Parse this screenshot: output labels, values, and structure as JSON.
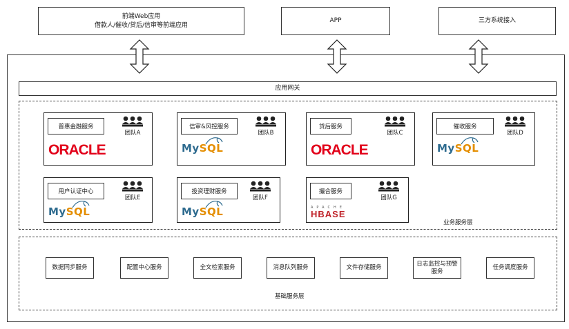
{
  "top": {
    "web": {
      "line1": "前端Web应用",
      "line2": "借款人/催收/贷后/信审等前端应用"
    },
    "app": "APP",
    "third": "三方系统接入"
  },
  "gateway": "应用网关",
  "business_layer": {
    "label": "业务服务层",
    "services": [
      {
        "name": "普惠金融服务",
        "team": "团队A",
        "db": "oracle"
      },
      {
        "name": "信审&风控服务",
        "team": "团队B",
        "db": "mysql"
      },
      {
        "name": "贷后服务",
        "team": "团队C",
        "db": "oracle"
      },
      {
        "name": "催收服务",
        "team": "团队D",
        "db": "mysql"
      },
      {
        "name": "用户认证中心",
        "team": "团队E",
        "db": "mysql"
      },
      {
        "name": "投资理财服务",
        "team": "团队F",
        "db": "mysql"
      },
      {
        "name": "撮合服务",
        "team": "团队G",
        "db": "hbase"
      }
    ]
  },
  "logos": {
    "oracle": "ORACLE",
    "mysql_my": "My",
    "mysql_sql": "SQL",
    "hbase_top": "APACHE",
    "hbase_main": "HBASE"
  },
  "base_layer": {
    "label": "基础服务层",
    "services": [
      "数据同步服务",
      "配置中心服务",
      "全文检索服务",
      "消息队列服务",
      "文件存储服务",
      "日志监控与预警服务",
      "任务调度服务"
    ]
  },
  "colors": {
    "oracle": "#e2001a",
    "mysql_blue": "#2e6b8f",
    "mysql_orange": "#e48e00",
    "hbase_red": "#c0242b",
    "team_icon": "#222222"
  }
}
